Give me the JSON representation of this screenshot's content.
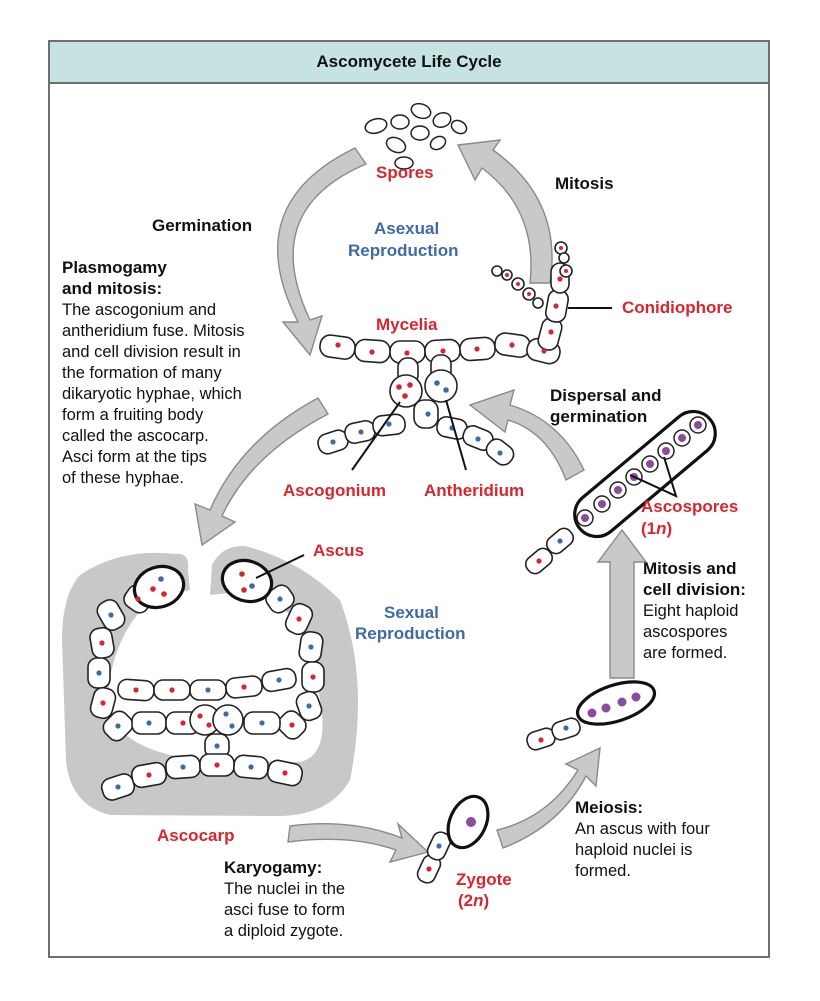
{
  "title": "Ascomycete Life Cycle",
  "labels": {
    "spores": "Spores",
    "mitosis": "Mitosis",
    "germination": "Germination",
    "asexual_line1": "Asexual",
    "asexual_line2": "Reproduction",
    "mycelia": "Mycelia",
    "conidiophore": "Conidiophore",
    "dispersal_line1": "Dispersal and",
    "dispersal_line2": "germination",
    "ascogonium": "Ascogonium",
    "antheridium": "Antheridium",
    "ascospores_line1": "Ascospores",
    "ascospores_line2_pre": "(1",
    "ascospores_line2_n": "n",
    "ascospores_line2_post": ")",
    "ascus": "Ascus",
    "sexual_line1": "Sexual",
    "sexual_line2": "Reproduction",
    "ascocarp": "Ascocarp",
    "zygote_line1": "Zygote",
    "zygote_line2_pre": "(2",
    "zygote_line2_n": "n",
    "zygote_line2_post": ")"
  },
  "plasmogamy": {
    "heading1": "Plasmogamy",
    "heading2": "and mitosis:",
    "lines": [
      "The ascogonium and",
      "antheridium fuse. Mitosis",
      "and cell division result in",
      "the formation of many",
      "dikaryotic hyphae, which",
      "form a fruiting body",
      "called the ascocarp.",
      "Asci form at the tips",
      "of these hyphae."
    ]
  },
  "mitosis_division": {
    "heading1": "Mitosis and",
    "heading2": "cell division:",
    "lines": [
      "Eight haploid",
      "ascospores",
      "are formed."
    ]
  },
  "meiosis": {
    "heading": "Meiosis:",
    "lines": [
      "An ascus with four",
      "haploid nuclei is",
      "formed."
    ]
  },
  "karyogamy": {
    "heading": "Karyogamy:",
    "lines": [
      "The nuclei in the",
      "asci fuse to form",
      "a diploid zygote."
    ]
  },
  "colors": {
    "red_nucleus": "#d7262e",
    "blue_nucleus": "#3f6aa8",
    "purple_nucleus": "#8d4a9e",
    "ascocarp_fill": "#c8c8c8",
    "title_band": "#c6e2e1",
    "arrow_fill": "#c9c9c9"
  }
}
